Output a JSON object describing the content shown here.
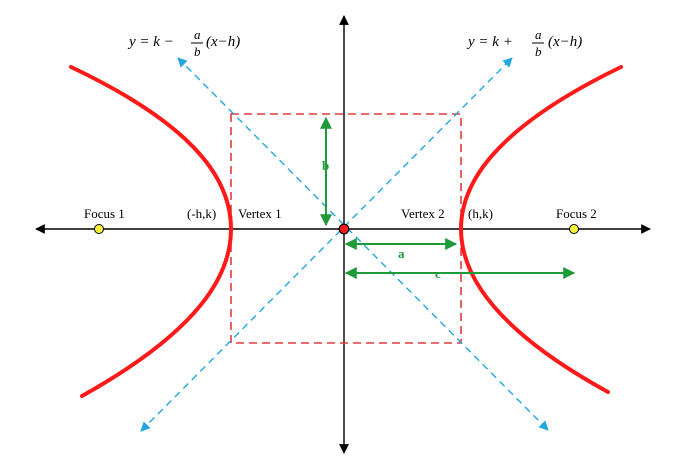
{
  "labels": {
    "focus1": "Focus 1",
    "focus2": "Focus 2",
    "left_center_point": "(-h,k)",
    "vertex1": "Vertex 1",
    "vertex2": "Vertex 2",
    "right_center_point": "(h,k)",
    "b": "b",
    "a": "a",
    "c": "c"
  },
  "formulas": {
    "left_prefix": "y = k −",
    "left_frac_num": "a",
    "left_frac_den": "b",
    "left_suffix": "(x−h)",
    "right_prefix": "y = k +",
    "right_frac_num": "a",
    "right_frac_den": "b",
    "right_suffix": "(x−h)"
  },
  "colors": {
    "curve": "#ff1a1a",
    "box": "#e23b3b",
    "asymptote": "#22a7e0",
    "dimension": "#1f9a38",
    "focus": "#fff23a",
    "center": "#ff1a1a",
    "axis": "#000000"
  }
}
